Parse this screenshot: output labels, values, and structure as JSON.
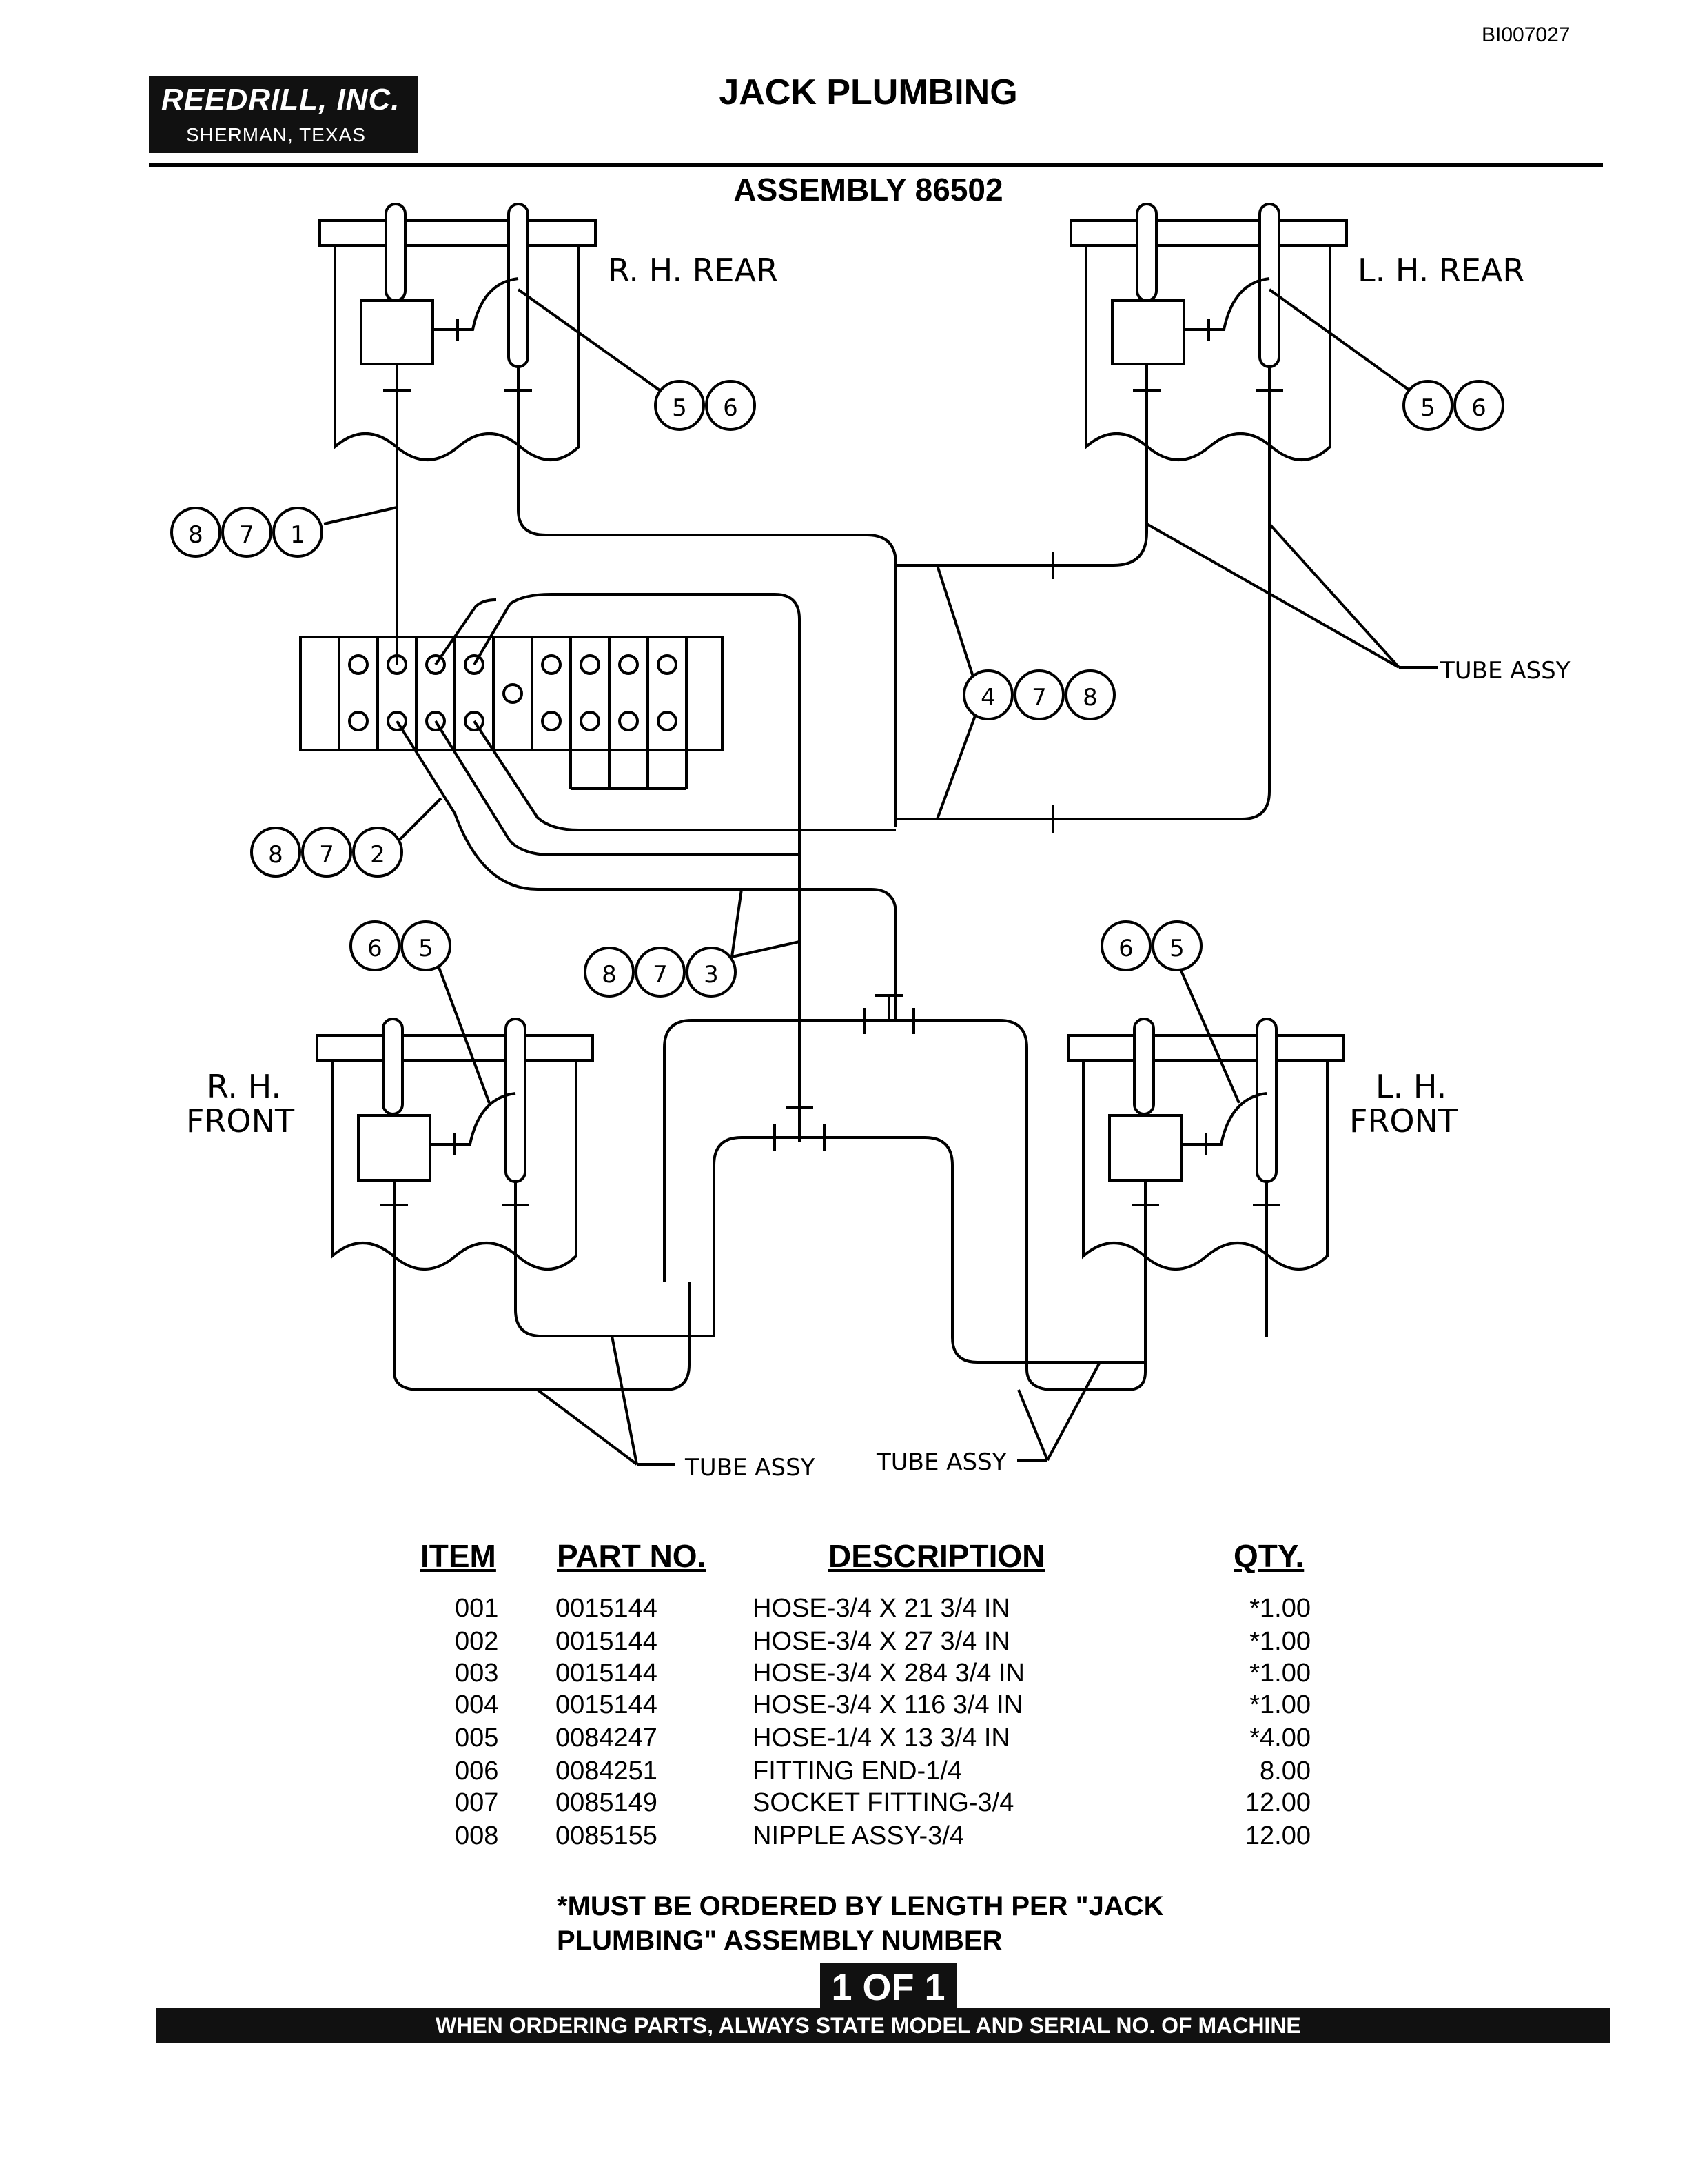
{
  "document": {
    "id": "BI007027",
    "company": {
      "name": "REEDRILL, INC.",
      "location": "SHERMAN, TEXAS"
    },
    "title": "JACK PLUMBING",
    "assembly": "ASSEMBLY 86502"
  },
  "diagram": {
    "labels": {
      "rh_rear": "R. H. REAR",
      "lh_rear": "L. H. REAR",
      "rh_front_1": "R. H.",
      "rh_front_2": "FRONT",
      "lh_front_1": "L. H.",
      "lh_front_2": "FRONT",
      "tube_assy_right": "TUBE ASSY",
      "tube_assy_bottom_left": "TUBE ASSY",
      "tube_assy_bottom_right": "TUBE ASSY"
    },
    "callouts": {
      "rh_rear": [
        "5",
        "6"
      ],
      "lh_rear": [
        "5",
        "6"
      ],
      "group_871": [
        "8",
        "7",
        "1"
      ],
      "group_478": [
        "4",
        "7",
        "8"
      ],
      "group_872": [
        "8",
        "7",
        "2"
      ],
      "rh_front": [
        "6",
        "5"
      ],
      "group_873": [
        "8",
        "7",
        "3"
      ],
      "lh_front": [
        "6",
        "5"
      ]
    }
  },
  "parts_table": {
    "headers": {
      "item": "ITEM",
      "part_no": "PART NO.",
      "description": "DESCRIPTION",
      "qty": "QTY."
    },
    "rows": [
      {
        "item": "001",
        "part_no": "0015144",
        "description": "HOSE-3/4 X 21 3/4 IN",
        "qty": "*1.00"
      },
      {
        "item": "002",
        "part_no": "0015144",
        "description": "HOSE-3/4 X 27 3/4 IN",
        "qty": "*1.00"
      },
      {
        "item": "003",
        "part_no": "0015144",
        "description": "HOSE-3/4 X 284 3/4 IN",
        "qty": "*1.00"
      },
      {
        "item": "004",
        "part_no": "0015144",
        "description": "HOSE-3/4 X 116 3/4 IN",
        "qty": "*1.00"
      },
      {
        "item": "005",
        "part_no": "0084247",
        "description": "HOSE-1/4 X 13 3/4 IN",
        "qty": "*4.00"
      },
      {
        "item": "006",
        "part_no": "0084251",
        "description": "FITTING END-1/4",
        "qty": "8.00"
      },
      {
        "item": "007",
        "part_no": "0085149",
        "description": "SOCKET FITTING-3/4",
        "qty": "12.00"
      },
      {
        "item": "008",
        "part_no": "0085155",
        "description": "NIPPLE ASSY-3/4",
        "qty": "12.00"
      }
    ]
  },
  "note": {
    "line1": "*MUST BE ORDERED BY LENGTH PER \"JACK",
    "line2": "PLUMBING\" ASSEMBLY NUMBER"
  },
  "page": "1 OF 1",
  "footer": "WHEN ORDERING PARTS, ALWAYS STATE MODEL AND SERIAL NO. OF MACHINE"
}
